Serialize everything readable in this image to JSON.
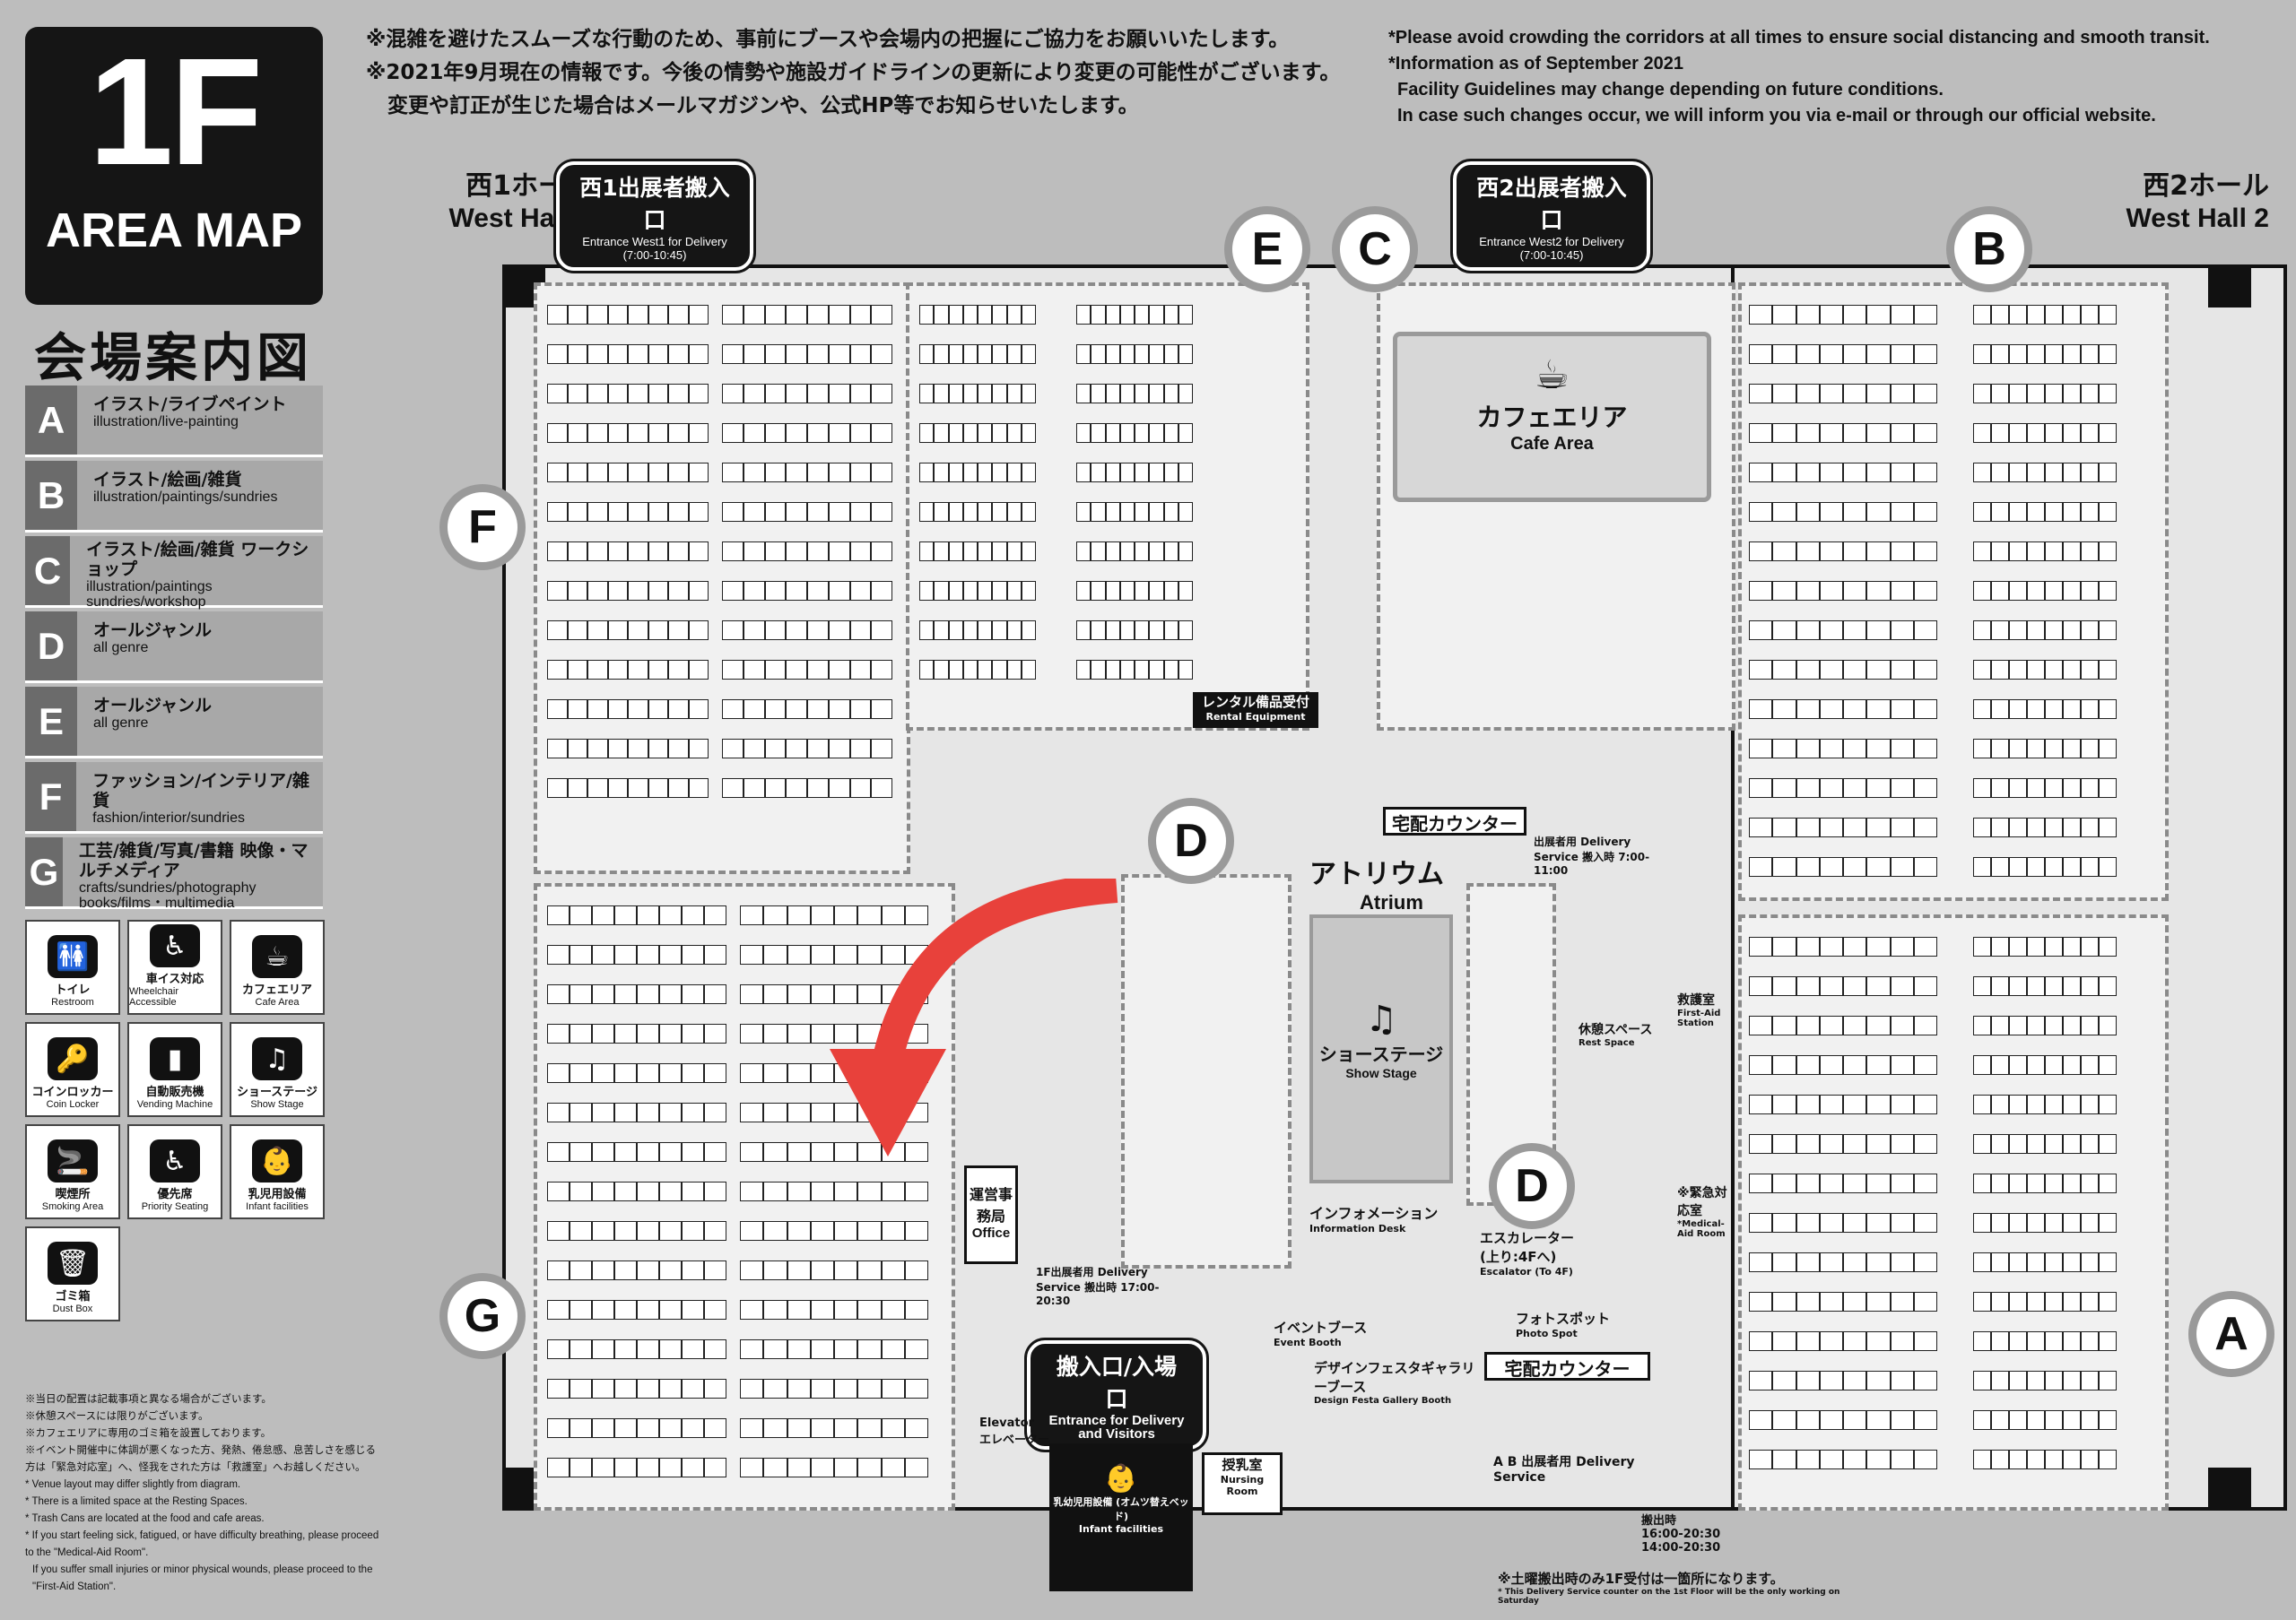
{
  "header": {
    "floor": "1F",
    "area_map": "AREA MAP",
    "jp_title": "会場案内図",
    "notice_jp": [
      "※混雑を避けたスムーズな行動のため、事前にブースや会場内の把握にご協力をお願いいたします。",
      "※2021年9月現在の情報です。今後の情勢や施設ガイドラインの更新により変更の可能性がございます。",
      "変更や訂正が生じた場合はメールマガジンや、公式HP等でお知らせいたします。"
    ],
    "notice_en": [
      "*Please avoid crowding the corridors at all times to ensure social distancing and smooth transit.",
      "*Information as of September 2021",
      "Facility Guidelines may change depending on future conditions.",
      "In case such changes occur, we will inform you via e-mail or through our official website."
    ]
  },
  "legend": [
    {
      "letter": "A",
      "jp": "イラスト/ライブペイント",
      "en": "illustration/live-painting"
    },
    {
      "letter": "B",
      "jp": "イラスト/絵画/雑貨",
      "en": "illustration/paintings/sundries"
    },
    {
      "letter": "C",
      "jp": "イラスト/絵画/雑貨 ワークショップ",
      "en": "illustration/paintings sundries/workshop"
    },
    {
      "letter": "D",
      "jp": "オールジャンル",
      "en": "all genre"
    },
    {
      "letter": "E",
      "jp": "オールジャンル",
      "en": "all genre"
    },
    {
      "letter": "F",
      "jp": "ファッション/インテリア/雑貨",
      "en": "fashion/interior/sundries"
    },
    {
      "letter": "G",
      "jp": "工芸/雑貨/写真/書籍 映像・マルチメディア",
      "en": "crafts/sundries/photography books/films・multimedia"
    }
  ],
  "facilities": [
    {
      "icon": "restroom-icon",
      "glyph": "🚻",
      "jp": "トイレ",
      "en": "Restroom"
    },
    {
      "icon": "wheelchair-icon",
      "glyph": "♿",
      "jp": "車イス対応",
      "en": "Wheelchair Accessible"
    },
    {
      "icon": "cafe-icon",
      "glyph": "☕",
      "jp": "カフェエリア",
      "en": "Cafe Area"
    },
    {
      "icon": "coin-locker-icon",
      "glyph": "🔑",
      "jp": "コインロッカー",
      "en": "Coin Locker"
    },
    {
      "icon": "vending-machine-icon",
      "glyph": "▮",
      "jp": "自動販売機",
      "en": "Vending Machine"
    },
    {
      "icon": "show-stage-icon",
      "glyph": "♫",
      "jp": "ショーステージ",
      "en": "Show Stage"
    },
    {
      "icon": "smoking-area-icon",
      "glyph": "🚬",
      "jp": "喫煙所",
      "en": "Smoking Area"
    },
    {
      "icon": "priority-seating-icon",
      "glyph": "♿",
      "jp": "優先席",
      "en": "Priority Seating"
    },
    {
      "icon": "infant-facilities-icon",
      "glyph": "👶",
      "jp": "乳児用設備",
      "en": "Infant facilities"
    },
    {
      "icon": "dust-box-icon",
      "glyph": "🗑",
      "jp": "ゴミ箱",
      "en": "Dust Box"
    }
  ],
  "footnotes": [
    "※当日の配置は記載事項と異なる場合がございます。",
    "※休憩スペースには限りがございます。",
    "※カフェエリアに専用のゴミ箱を設置しております。",
    "※イベント開催中に体調が悪くなった方、発熱、倦怠感、息苦しさを感じる方は「緊急対応室」へ、怪我をされた方は「救護室」へお越しください。",
    "* Venue layout may differ slightly from diagram.",
    "* There is a limited space at the Resting Spaces.",
    "* Trash Cans are located at the food and cafe areas.",
    "* If you start feeling sick, fatigued, or have difficulty breathing, please proceed to the \"Medical-Aid Room\".",
    "If you suffer small injuries or minor physical wounds, please proceed to the \"First-Aid Station\"."
  ],
  "map": {
    "west1": {
      "jp": "西1ホール",
      "en": "West Hall 1"
    },
    "west2": {
      "jp": "西2ホール",
      "en": "West Hall 2"
    },
    "entrance_w1": {
      "jp": "西1出展者搬入口",
      "en": "Entrance West1 for Delivery",
      "time": "(7:00-10:45)"
    },
    "entrance_w2": {
      "jp": "西2出展者搬入口",
      "en": "Entrance West2 for Delivery",
      "time": "(7:00-10:45)"
    },
    "main_entrance": {
      "jp": "搬入口/入場口",
      "en": "Entrance for Delivery and Visitors"
    },
    "cafe": {
      "jp": "カフェエリア",
      "en": "Cafe Area"
    },
    "atrium": {
      "jp": "アトリウム",
      "en": "Atrium"
    },
    "stage": {
      "jp": "ショーステージ",
      "en": "Show Stage"
    },
    "info": {
      "jp": "インフォメーション",
      "en": "Information Desk"
    },
    "escalator": {
      "jp": "エスカレーター (上り:4Fへ)",
      "en": "Escalator (To 4F)"
    },
    "delivery_counter": "宅配カウンター",
    "rental": {
      "jp": "レンタル備品受付",
      "en": "Rental Equipment"
    },
    "office": {
      "jp": "運営事務局",
      "en": "Office"
    },
    "first_aid": {
      "jp": "救護室",
      "en": "First-Aid Station"
    },
    "medical": {
      "jp": "※緊急対応室",
      "en": "*Medical-Aid Room"
    },
    "rest": {
      "jp": "休憩スペース",
      "en": "Rest Space"
    },
    "photo": {
      "jp": "フォトスポット",
      "en": "Photo Spot"
    },
    "event_booth": {
      "jp": "イベントブース",
      "en": "Event Booth"
    },
    "gallery": {
      "jp": "デザインフェスタギャラリーブース",
      "en": "Design Festa Gallery Booth"
    },
    "nursing": {
      "jp": "授乳室",
      "en": "Nursing Room"
    },
    "elevator": {
      "jp": "エレベーター",
      "en": "Elevator"
    },
    "infant": {
      "jp": "乳幼児用設備 (オムツ替えベッド)",
      "en": "Infant facilities"
    },
    "delivery_cde": "出展者用 Delivery Service 搬入時 7:00-11:00",
    "delivery_ag": "1F出展者用 Delivery Service 搬出時 17:00-20:30",
    "delivery_ab": "A B 出展者用 Delivery Service",
    "pickup_times": [
      "搬出時",
      "16:00-20:30",
      "14:00-20:30"
    ],
    "saturday_note": "※土曜搬出時のみ1F受付は一箇所になります。",
    "saturday_en": "* This Delivery Service counter on the 1st Floor will be the only working on Saturday"
  },
  "zones": [
    "A",
    "B",
    "C",
    "D",
    "D",
    "E",
    "F",
    "G"
  ],
  "colors": {
    "accent_red": "#e8413b",
    "dark": "#151515",
    "zone_ring": "#9a9a9a"
  }
}
